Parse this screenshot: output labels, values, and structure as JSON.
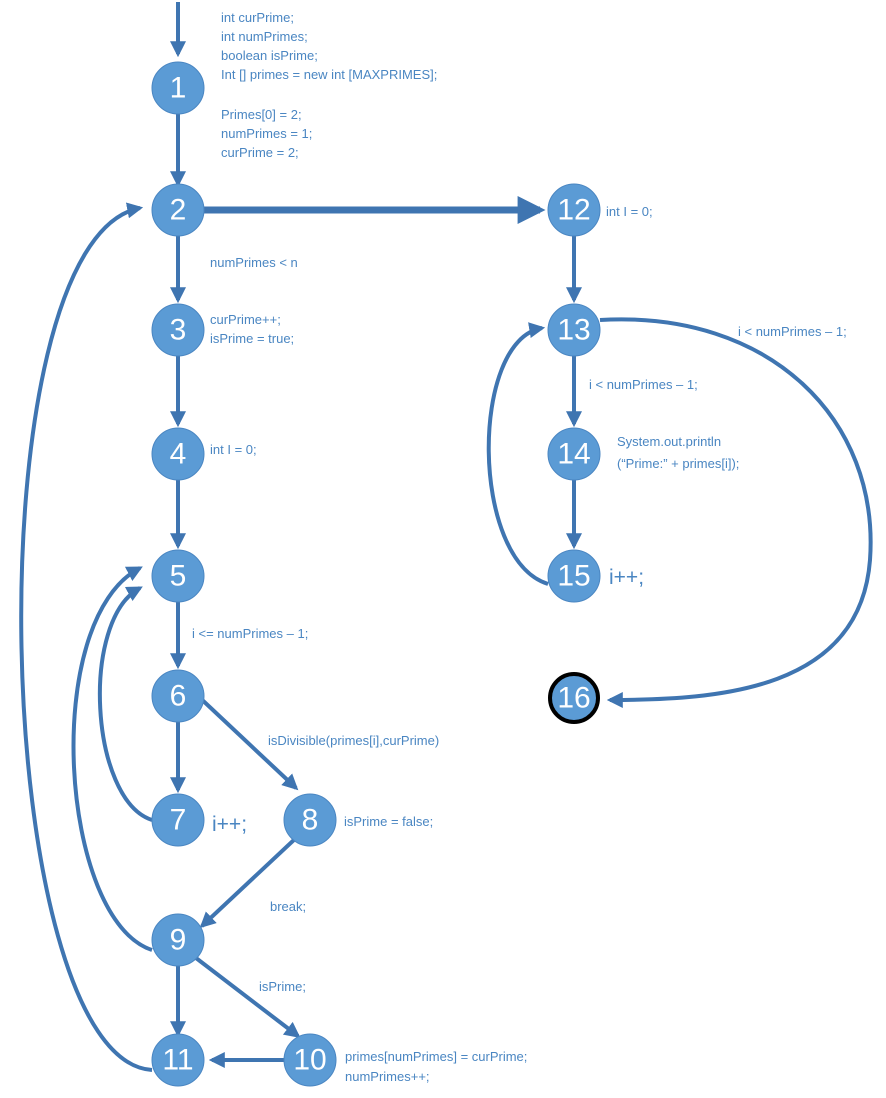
{
  "diagram": {
    "nodes": [
      {
        "id": "1",
        "label": "1"
      },
      {
        "id": "2",
        "label": "2"
      },
      {
        "id": "3",
        "label": "3"
      },
      {
        "id": "4",
        "label": "4"
      },
      {
        "id": "5",
        "label": "5"
      },
      {
        "id": "6",
        "label": "6"
      },
      {
        "id": "7",
        "label": "7"
      },
      {
        "id": "8",
        "label": "8"
      },
      {
        "id": "9",
        "label": "9"
      },
      {
        "id": "10",
        "label": "10"
      },
      {
        "id": "11",
        "label": "11"
      },
      {
        "id": "12",
        "label": "12"
      },
      {
        "id": "13",
        "label": "13"
      },
      {
        "id": "14",
        "label": "14"
      },
      {
        "id": "15",
        "label": "15"
      },
      {
        "id": "16",
        "label": "16"
      }
    ],
    "code": {
      "n1": [
        "int curPrime;",
        "int numPrimes;",
        "boolean isPrime;",
        "Int [] primes = new int [MAXPRIMES];",
        "Primes[0] = 2;",
        "numPrimes = 1;",
        "curPrime = 2;"
      ],
      "n3": [
        "curPrime++;",
        "isPrime = true;"
      ],
      "n4": "int I = 0;",
      "n7": "i++;",
      "n8": "isPrime = false;",
      "n10": [
        "primes[numPrimes] = curPrime;",
        "numPrimes++;"
      ],
      "n12": "int I = 0;",
      "n14": [
        "System.out.println",
        "(“Prime:” + primes[i]);"
      ],
      "n15": "i++;"
    },
    "edge_labels": {
      "e2_3": "numPrimes < n",
      "e5_6": "i <= numPrimes – 1;",
      "e6_8": "isDivisible(primes[i],curPrime)",
      "e8_9": "break;",
      "e9_10": "isPrime;",
      "e13_14": "i < numPrimes – 1;",
      "e13_16": "i < numPrimes – 1;"
    }
  }
}
